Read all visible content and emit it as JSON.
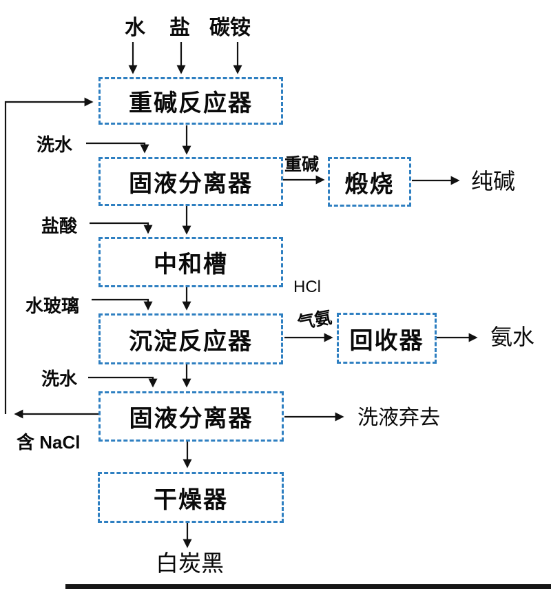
{
  "colors": {
    "box_border": "#2e7fc1",
    "line": "#111111",
    "text": "#0a0a0a"
  },
  "nodes": {
    "reactor": "重碱反应器",
    "separator1": "固液分离器",
    "calciner": "煅烧",
    "neutralizer": "中和槽",
    "precipitator": "沉淀反应器",
    "recycler": "回收器",
    "separator2": "固液分离器",
    "dryer": "干燥器"
  },
  "inputs": {
    "water": "水",
    "salt": "盐",
    "ammonium_bicarbonate": "碳铵",
    "wash_water_1": "洗水",
    "hydrochloric_acid": "盐酸",
    "water_glass": "水玻璃",
    "wash_water_2": "洗水"
  },
  "streams": {
    "heavy_alkali": "重碱",
    "hcl": "HCl",
    "ammonia_gas": "气氨",
    "contains_nacl": "含 NaCl"
  },
  "outputs": {
    "soda_ash": "纯碱",
    "ammonia_water": "氨水",
    "wash_discard": "洗液弃去",
    "silica": "白炭黑"
  }
}
